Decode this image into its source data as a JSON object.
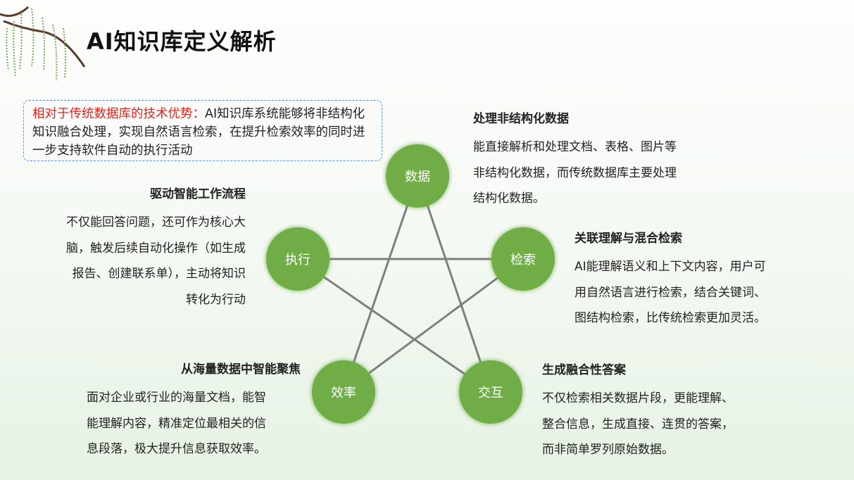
{
  "title": "AI知识库定义解析",
  "advantage": {
    "label": "相对于传统数据库的技术优势：",
    "text": "AI知识库系统能够将非结构化知识融合处理，实现自然语言检索，在提升检索效率的同时进一步支持软件自动的执行活动"
  },
  "nodes": {
    "data": "数据",
    "retrieval": "检索",
    "interaction": "交互",
    "efficiency": "效率",
    "execution": "执行"
  },
  "sections": {
    "data": {
      "heading": "处理非结构化数据",
      "lines": [
        "能直接解析和处理文档、表格、图片等",
        "非结构化数据，而传统数据库主要处理",
        "结构化数据。"
      ]
    },
    "retrieval": {
      "heading": "关联理解与混合检索",
      "lines": [
        "AI能理解语义和上下文内容，用户可",
        "用自然语言进行检索，结合关键词、",
        "图结构检索，比传统检索更加灵活。"
      ]
    },
    "interaction": {
      "heading": "生成融合性答案",
      "lines": [
        "不仅检索相关数据片段，更能理解、",
        "整合信息，生成直接、连贯的答案，",
        "而非简单罗列原始数据。"
      ]
    },
    "efficiency": {
      "heading": "从海量数据中智能聚焦",
      "lines": [
        "面对企业或行业的海量文档，能智",
        "能理解内容，精准定位最相关的信",
        "息段落，极大提升信息获取效率。"
      ]
    },
    "execution": {
      "heading": "驱动智能工作流程",
      "lines": [
        "不仅能回答问题，还可作为核心大",
        "脑，触发后续自动化操作（如生成",
        "报告、创建联系单），主动将知识",
        "转化为行动"
      ]
    }
  },
  "colors": {
    "node": "#70ad47",
    "highlight": "#e8201c",
    "border": "#5b8fd6"
  }
}
